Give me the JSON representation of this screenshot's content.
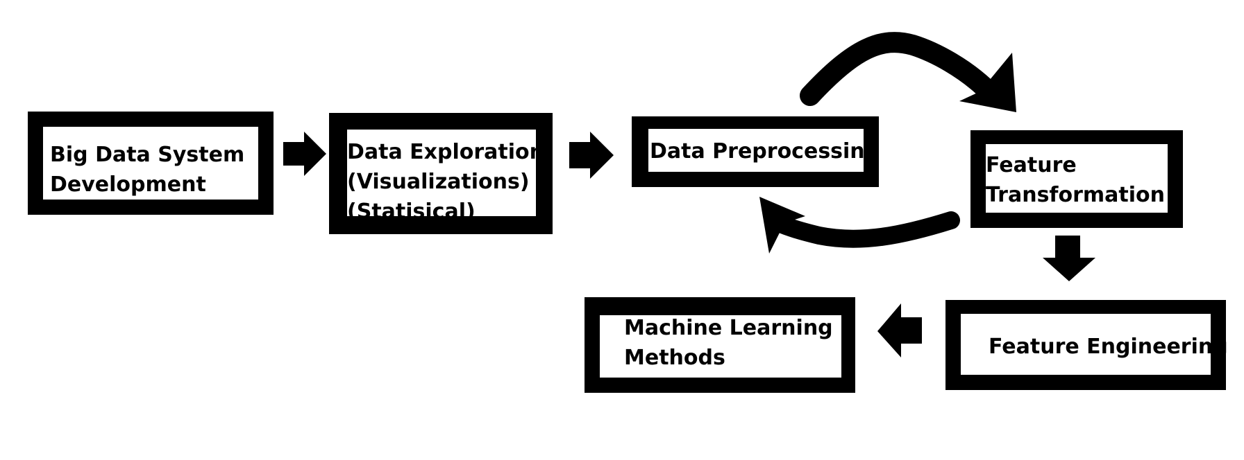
{
  "diagram": {
    "nodes": {
      "big_data": {
        "line1": "Big Data System",
        "line2": "Development"
      },
      "exploration": {
        "line1": "Data Exploration",
        "line2": "(Visualizations)",
        "line3": "(Statisical)"
      },
      "preprocessing": {
        "line1": "Data Preprocessing"
      },
      "transformation": {
        "line1": "Feature",
        "line2": "Transformation"
      },
      "engineering": {
        "line1": "Feature Engineering"
      },
      "ml": {
        "line1": "Machine Learning",
        "line2": "Methods"
      }
    }
  },
  "colors": {
    "stroke": "#000000",
    "background": "#ffffff"
  }
}
